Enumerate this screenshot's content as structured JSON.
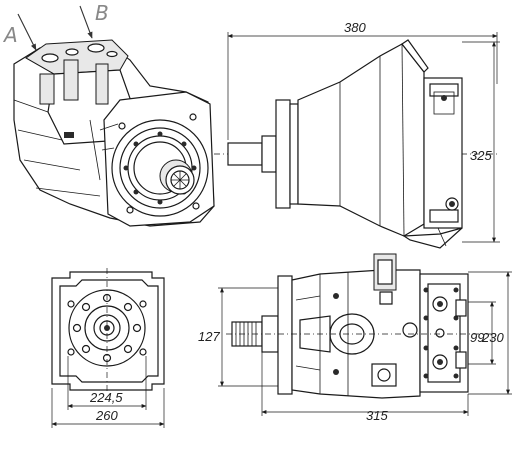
{
  "ports": {
    "a": "A",
    "b": "B"
  },
  "dimensions": {
    "side_length": "380",
    "side_height": "325",
    "front_bolt_spacing": "224,5",
    "front_width": "260",
    "top_shaft_height": "127",
    "top_port_99": "99",
    "top_port_230": "230",
    "top_length": "315"
  }
}
